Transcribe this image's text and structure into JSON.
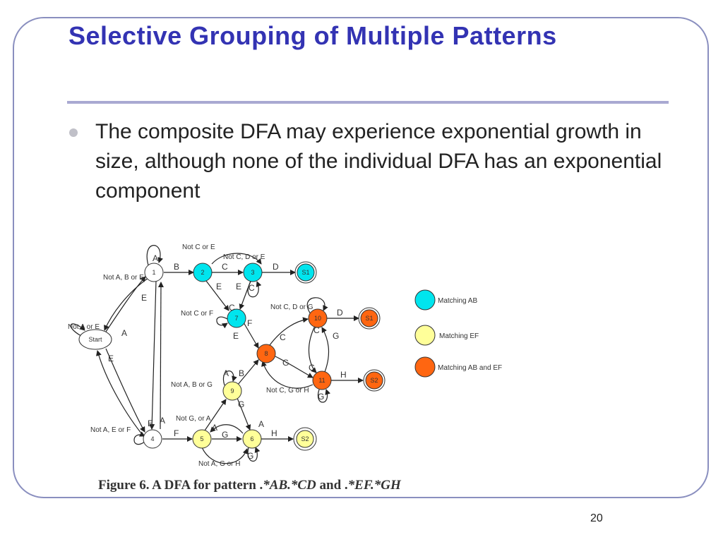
{
  "slide": {
    "title": "Selective Grouping of Multiple Patterns",
    "bullet": "The composite DFA may experience exponential growth in size, although none of the individual DFA has an exponential component",
    "page_number": "20"
  },
  "figure": {
    "caption_prefix": "Figure 6. A DFA for pattern .",
    "pattern1": "*AB.*CD",
    "caption_mid": " and .",
    "pattern2": "*EF.*GH"
  },
  "colors": {
    "title": "#3333b3",
    "matching_ab": "#00e5ee",
    "matching_ef": "#ffff99",
    "matching_ab_ef": "#ff6611",
    "plain": "#ffffff"
  },
  "legend": {
    "ab": "Matching AB",
    "ef": "Matching EF",
    "abef": "Matching AB and EF"
  },
  "states": {
    "start": "Start",
    "s1": "1",
    "s2": "2",
    "s3": "3",
    "s4": "4",
    "s5": "5",
    "s6": "6",
    "s7": "7",
    "s8": "8",
    "s9": "9",
    "s10": "10",
    "s11": "11",
    "acc_s1a": "S1",
    "acc_s1b": "S1",
    "acc_s2a": "S2",
    "acc_s2b": "S2"
  },
  "edge_labels": {
    "not_c_or_e": "Not  C or E",
    "not_c_d_or_e": "Not C, D or E",
    "not_a_b_or_e": "Not A, B or E",
    "not_a_or_e": "Not A or E",
    "not_c_or_f": "Not C or F",
    "not_c_d_or_g": "Not C, D or G",
    "not_a_b_or_g": "Not A, B or G",
    "not_c_g_or_h": "Not C, G or H",
    "not_g_or_a": "Not  G, or A",
    "not_a_e_or_f": "Not A, E or F",
    "not_a_g_or_h": "Not A, G or H",
    "a": "A",
    "b": "B",
    "c": "C",
    "d": "D",
    "e": "E",
    "f": "F",
    "g": "G",
    "h": "H"
  }
}
